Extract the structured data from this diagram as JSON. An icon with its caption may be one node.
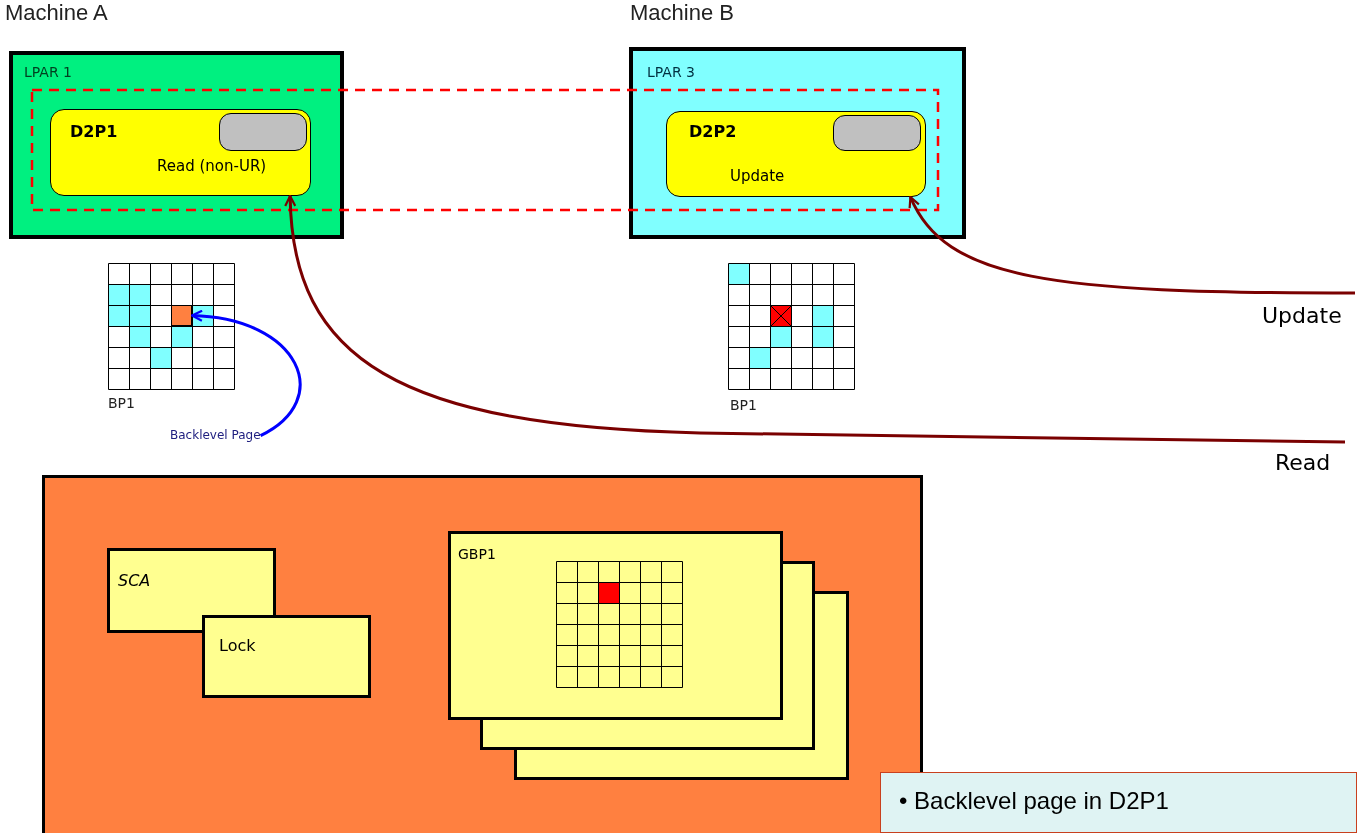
{
  "diagram": {
    "nodes": [
      {
        "text": [
          "Machine A",
          "LPAR 1"
        ]
      },
      {
        "text": [
          "D2P1",
          "Read (non-UR)"
        ],
        "in": 0
      },
      {
        "text": [],
        "shape": "box",
        "in": 1
      },
      {
        "text": [
          "Machine B",
          "LPAR 3"
        ]
      },
      {
        "text": [
          "D2P2",
          "Update"
        ],
        "in": 3
      },
      {
        "text": [],
        "shape": "box",
        "in": 4
      },
      {
        "text": [
          "BP1"
        ]
      },
      {
        "text": [],
        "shape": "box",
        "in": 6
      },
      {
        "text": [
          "Backlevel Page"
        ]
      },
      {
        "text": [
          "BP1"
        ]
      },
      {
        "text": [],
        "shape": "box"
      },
      {
        "text": [
          "SCA"
        ],
        "in": 10
      },
      {
        "text": [
          "Lock"
        ],
        "in": 10
      },
      {
        "text": [
          "GBP1"
        ],
        "in": 10
      },
      {
        "text": [
          "• Backlevel page in D2P1"
        ]
      }
    ],
    "edges": [
      {
        "from": 8,
        "to": 7,
        "arrow": "to",
        "color": "#0000ff"
      },
      {
        "from": null,
        "to": 4,
        "arrow": "to",
        "label": "Update",
        "color": "#7a0000"
      },
      {
        "from": null,
        "to": 1,
        "arrow": "to",
        "label": "Read",
        "color": "#7a0000"
      }
    ]
  }
}
